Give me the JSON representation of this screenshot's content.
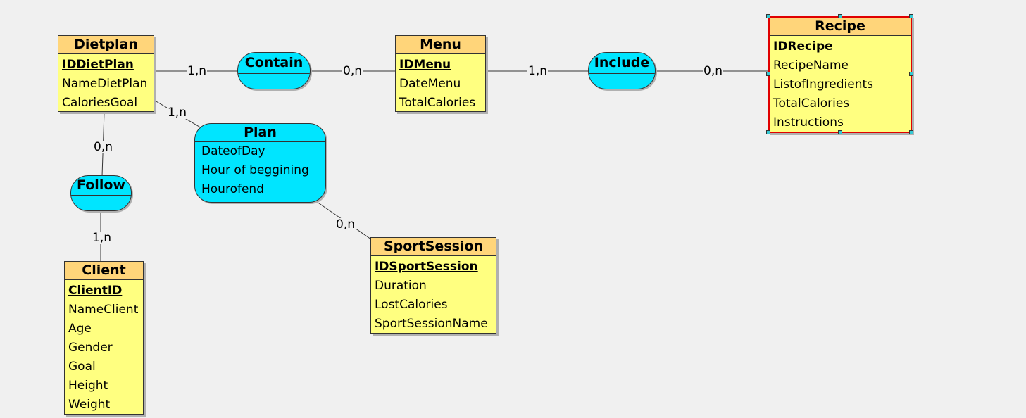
{
  "entities": [
    {
      "id": "dietplan",
      "title": "Dietplan",
      "pk": "IDDietPlan",
      "attrs": [
        "NameDietPlan",
        "CaloriesGoal"
      ]
    },
    {
      "id": "menu",
      "title": "Menu",
      "pk": "IDMenu",
      "attrs": [
        "DateMenu",
        "TotalCalories"
      ]
    },
    {
      "id": "recipe",
      "title": "Recipe",
      "pk": "IDRecipe",
      "attrs": [
        "RecipeName",
        "ListofIngredients",
        "TotalCalories",
        "Instructions"
      ]
    },
    {
      "id": "client",
      "title": "Client",
      "pk": "ClientID",
      "attrs": [
        "NameClient",
        "Age",
        "Gender",
        "Goal",
        "Height",
        "Weight"
      ]
    },
    {
      "id": "sportsession",
      "title": "SportSession",
      "pk": "IDSportSession",
      "attrs": [
        "Duration",
        "LostCalories",
        "SportSessionName"
      ]
    }
  ],
  "associations": [
    {
      "id": "contain",
      "title": "Contain",
      "attrs": []
    },
    {
      "id": "include",
      "title": "Include",
      "attrs": []
    },
    {
      "id": "follow",
      "title": "Follow",
      "attrs": []
    },
    {
      "id": "plan",
      "title": "Plan",
      "attrs": [
        "DateofDay",
        "Hour of beggining",
        "Hourofend"
      ]
    }
  ],
  "cardinalities": {
    "dietplan_contain": "1,n",
    "contain_menu": "0,n",
    "menu_include": "1,n",
    "include_recipe": "0,n",
    "dietplan_plan": "1,n",
    "plan_sportsession": "0,n",
    "dietplan_follow": "0,n",
    "follow_client": "1,n"
  },
  "colors": {
    "entity_header": "#ffd57a",
    "entity_body": "#ffff80",
    "association": "#00e5ff",
    "selection_border": "#e00000",
    "background": "#f0f0f0"
  }
}
